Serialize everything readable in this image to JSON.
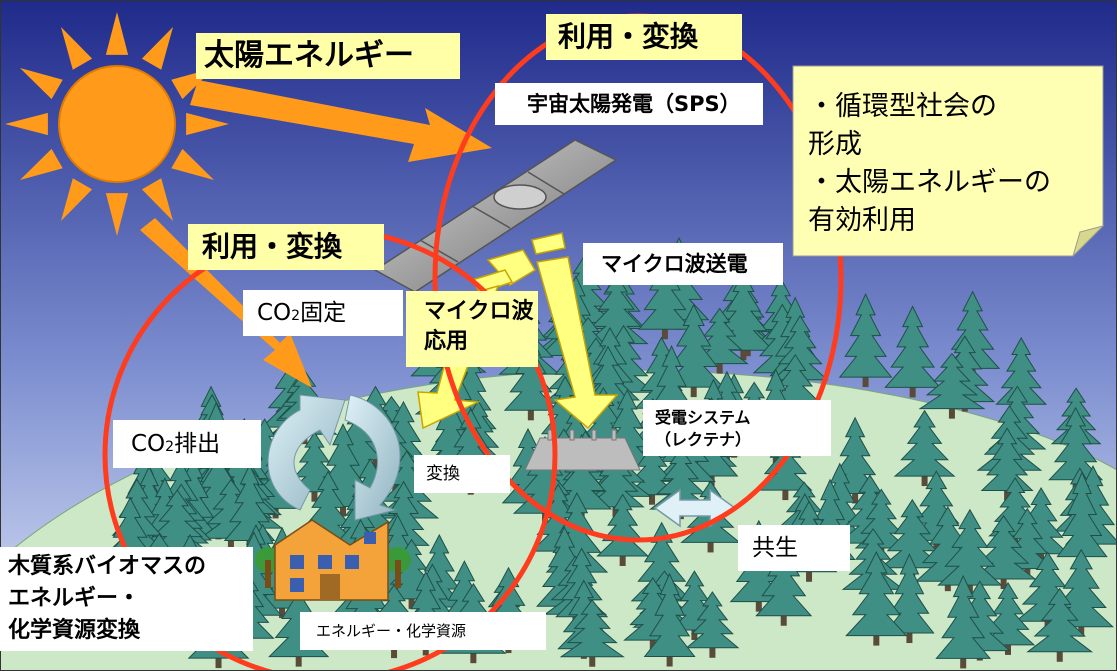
{
  "labels": {
    "solar_energy": "太陽エネルギー",
    "use_convert_top": "利用・変換",
    "sps": "宇宙太陽発電（SPS）",
    "use_convert_left": "利用・変換",
    "microwave_transmission": "マイクロ波送電",
    "co2_fixation_pre": "CO",
    "co2_fixation_sub": "2",
    "co2_fixation_post": "固定",
    "microwave_app_line1": "マイクロ波",
    "microwave_app_line2": "応用",
    "co2_emission_pre": "CO",
    "co2_emission_sub": "2",
    "co2_emission_post": "排出",
    "conversion": "変換",
    "rectenna_line1": "受電システム",
    "rectenna_line2": "（レクテナ）",
    "symbiosis": "共生",
    "biomass_line1": "木質系バイオマスの",
    "biomass_line2": "エネルギー・",
    "biomass_line3": "化学資源変換",
    "energy_chem": "エネルギー・化学資源"
  },
  "note": {
    "text": "・循環型社会の\n形成\n・太陽エネルギーの\n有効利用"
  },
  "colors": {
    "sky_top": "#1f2a8a",
    "sky_bottom": "#c9d3ee",
    "hill": "#cde8c6",
    "tree": "#3f8f84",
    "sun": "#ff9a1a",
    "circle": "#ff3c1e",
    "label_yellow": "#ffffa8",
    "microwave_beam": "#ffff80"
  }
}
